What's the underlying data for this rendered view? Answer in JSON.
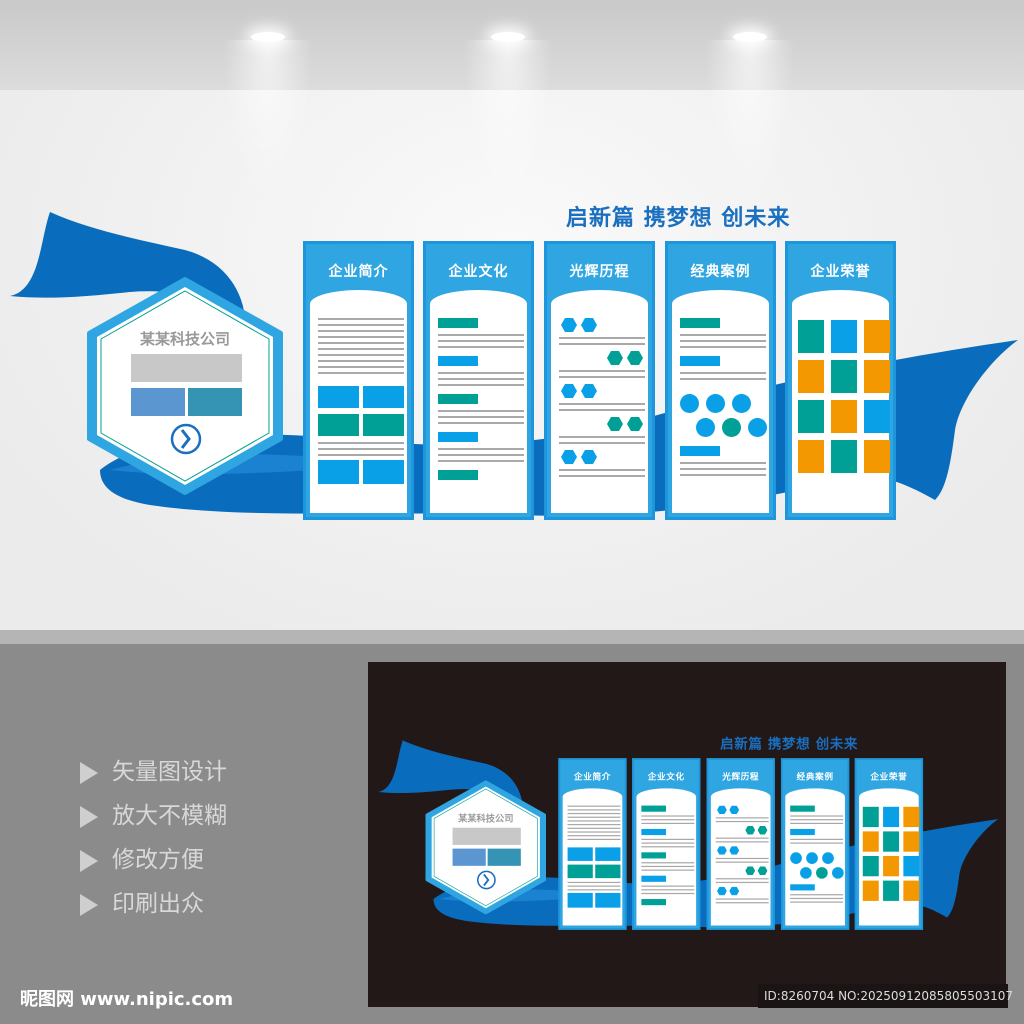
{
  "slogan": "启新篇 携梦想 创未来",
  "company_name": "某某科技公司",
  "panels": [
    {
      "title": "企业简介"
    },
    {
      "title": "企业文化"
    },
    {
      "title": "光辉历程"
    },
    {
      "title": "经典案例"
    },
    {
      "title": "企业荣誉"
    }
  ],
  "features": [
    "矢量图设计",
    "放大不模糊",
    "修改方便",
    "印刷出众"
  ],
  "watermark": {
    "logo": "昵图网 www.nipic.com",
    "id": "ID:8260704 NO:20250912085805503107"
  },
  "colors": {
    "blue": "#0aa0e8",
    "teal": "#00a096",
    "orange": "#f39800",
    "ribbon": "#0a6cbc",
    "frame": "#2fa6e1"
  }
}
